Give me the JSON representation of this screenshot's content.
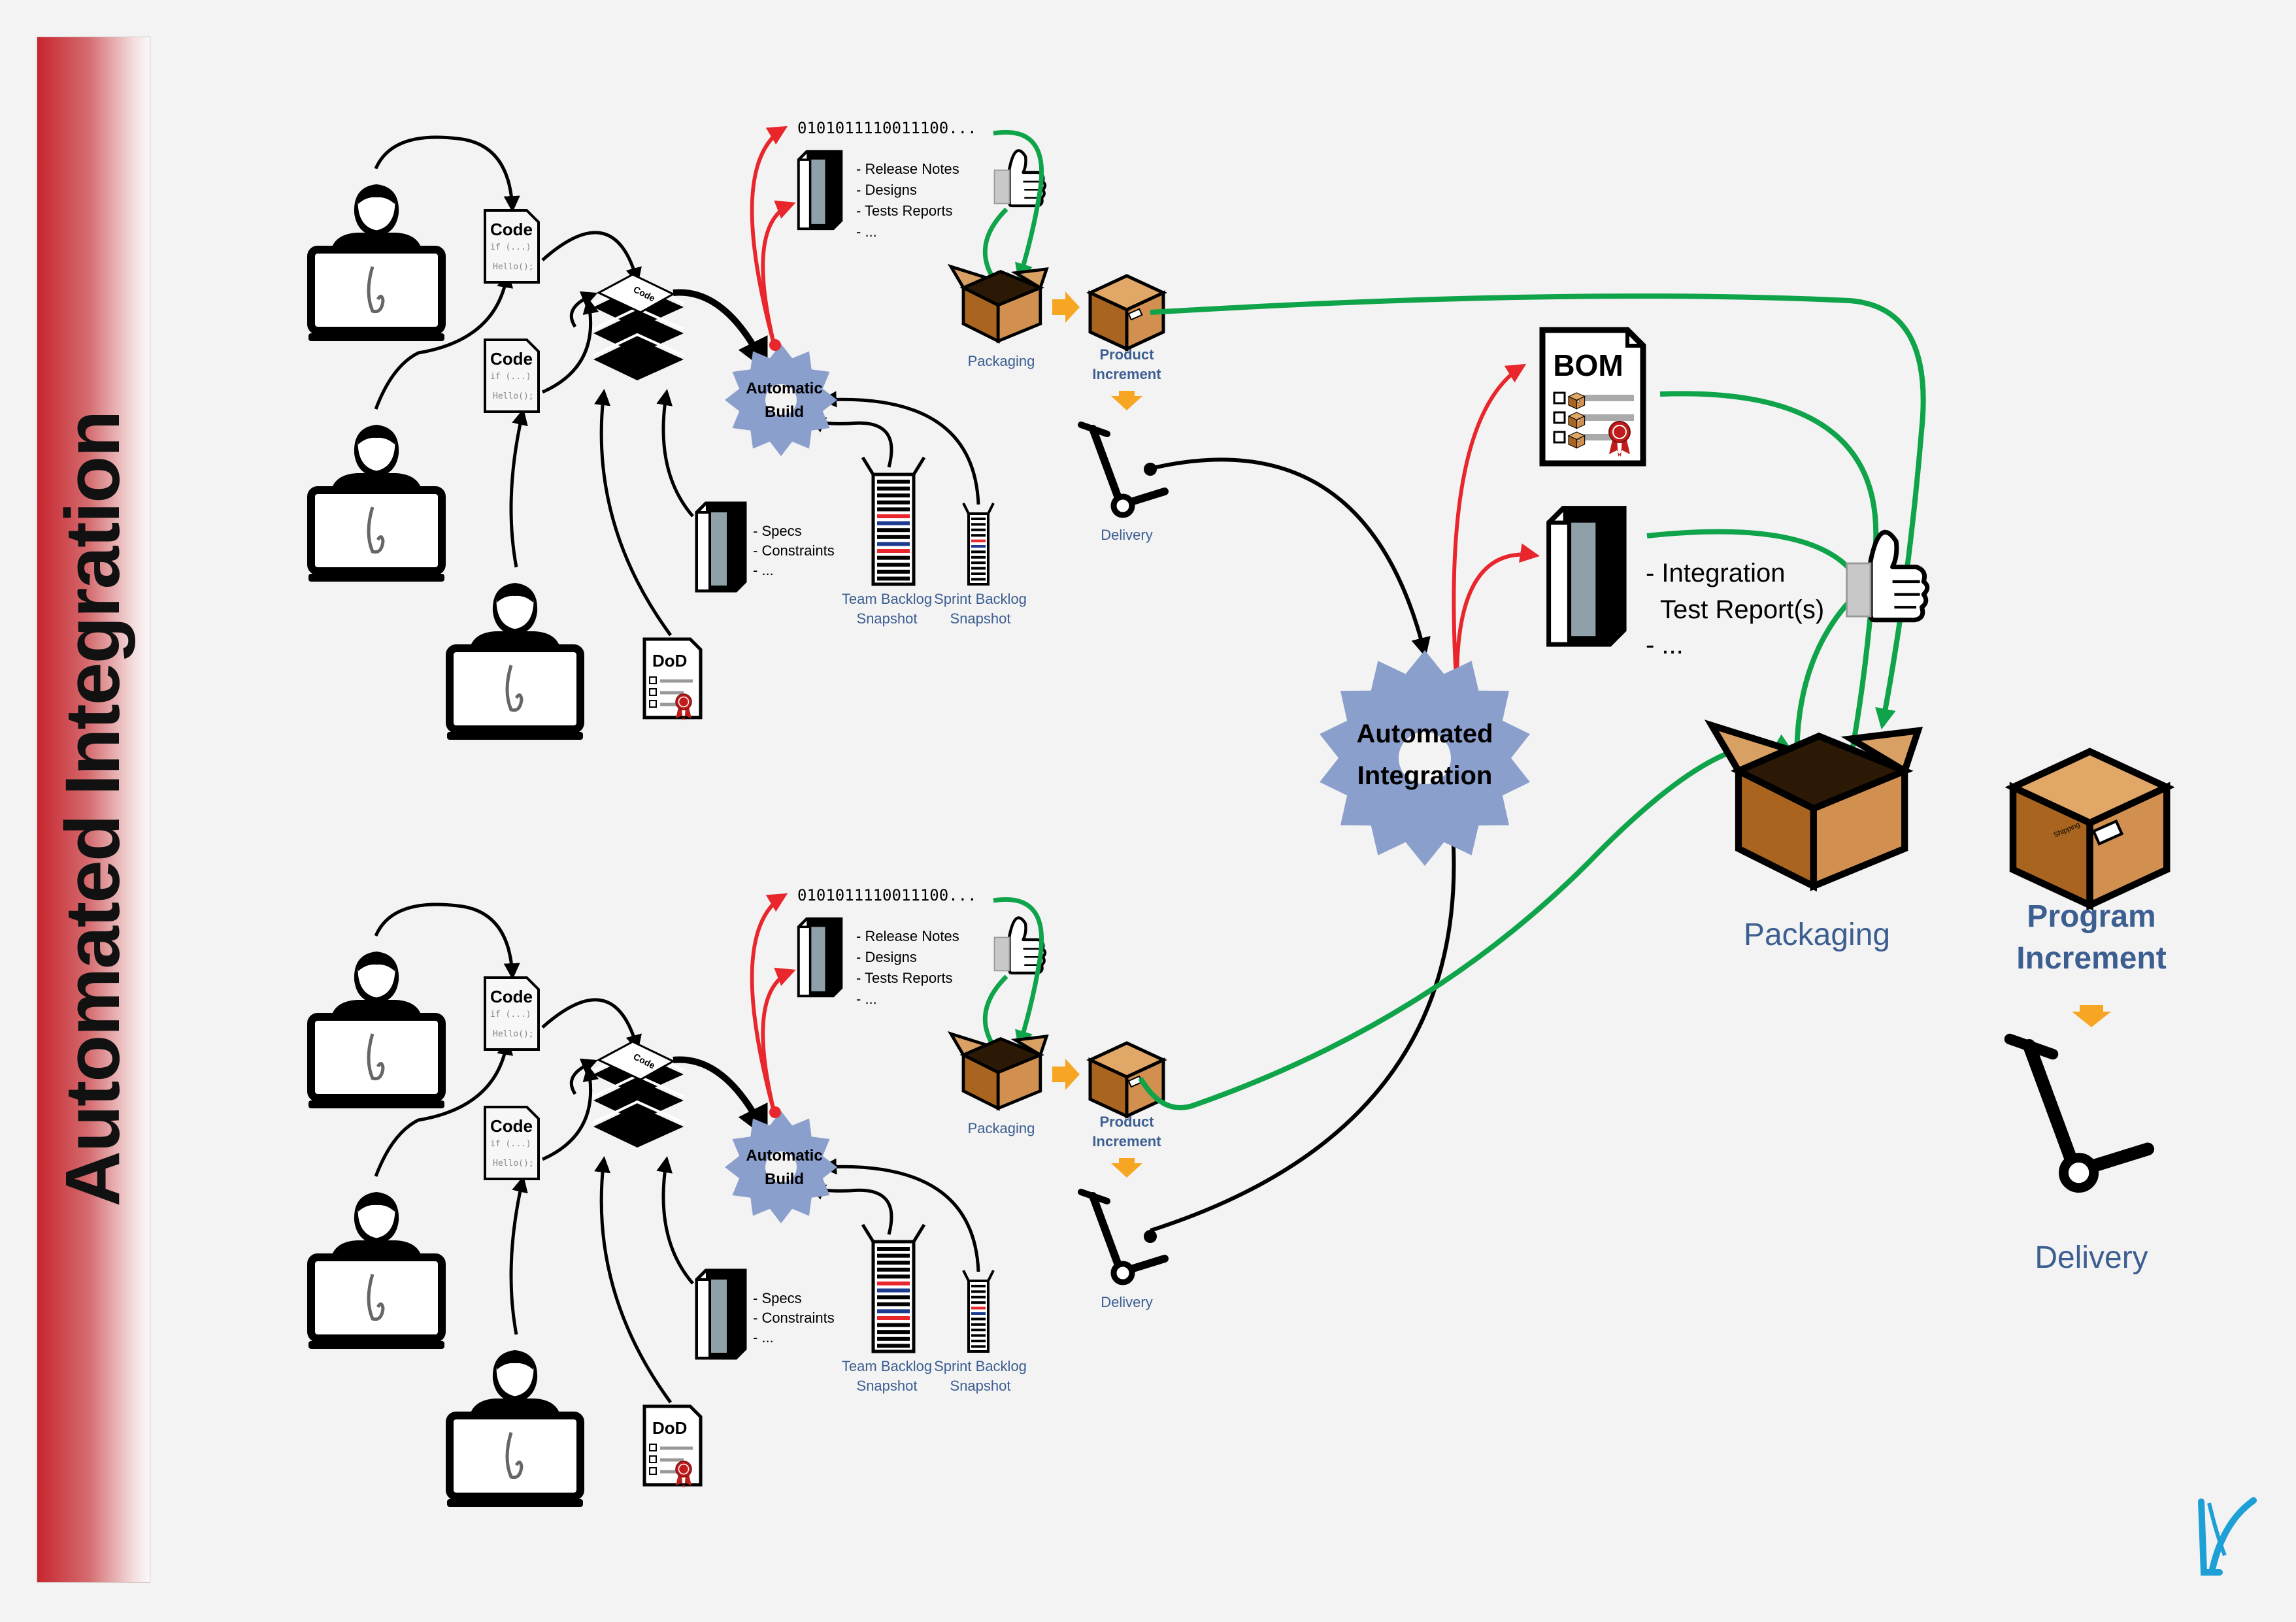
{
  "sidebar": {
    "title": "Automated Integration"
  },
  "team": {
    "code_label": "Code",
    "code_line1": "if (...)",
    "code_line2": "Hello();",
    "stack_label": "Code",
    "dod_label": "DoD",
    "specs": [
      "- Specs",
      "- Constraints",
      "- ..."
    ],
    "build_line1": "Automatic",
    "build_line2": "Build",
    "binary": "0101011110011100...",
    "docs": [
      "- Release Notes",
      "- Designs",
      "- Tests Reports",
      "- ..."
    ],
    "packaging_label": "Packaging",
    "product_line1": "Product",
    "product_line2": "Increment",
    "delivery_label": "Delivery",
    "team_backlog_line1": "Team Backlog",
    "team_backlog_line2": "Snapshot",
    "sprint_backlog_line1": "Sprint Backlog",
    "sprint_backlog_line2": "Snapshot"
  },
  "integration": {
    "gear_line1": "Automated",
    "gear_line2": "Integration",
    "bom_label": "BOM",
    "report_lines": [
      "- Integration",
      "Test Report(s)",
      "- ..."
    ],
    "packaging_label": "Packaging",
    "program_line1": "Program",
    "program_line2": "Increment",
    "delivery_label": "Delivery",
    "shipping_label": "Shipping"
  },
  "logo": {
    "mark": "V"
  },
  "colors": {
    "red_arrow": "#e8262c",
    "green_arrow": "#0fa34a",
    "gear_fill": "#8b9fcc",
    "box_brown": "#b3702d",
    "box_light": "#d9a063",
    "label_blue": "#3c5e91",
    "orange_arrow": "#f6a623"
  }
}
